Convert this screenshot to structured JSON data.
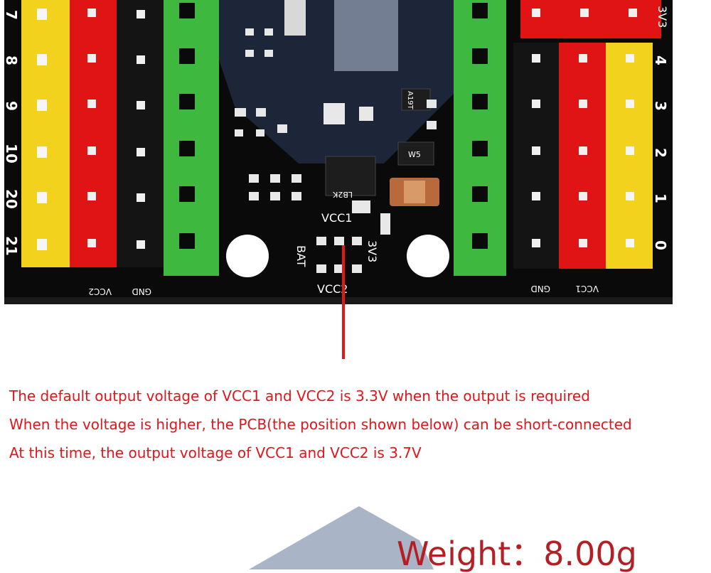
{
  "captions": {
    "line1": "The default output voltage of VCC1 and VCC2 is 3.3V when the output is required",
    "line2": "When the voltage is higher, the PCB(the position shown below) can be short-connected",
    "line3": "At this time, the output voltage of VCC1 and VCC2 is 3.7V"
  },
  "board": {
    "left_pins": [
      "7",
      "8",
      "9",
      "10",
      "20",
      "21"
    ],
    "right_pins": [
      "4",
      "3",
      "2",
      "1",
      "0"
    ],
    "top_right_label": "3V3",
    "bottom_left_labels": {
      "vcc2": "VCC2",
      "gnd": "GND"
    },
    "bottom_right_labels": {
      "gnd": "GND",
      "vcc1": "VCC1"
    },
    "center_labels": {
      "vcc1": "VCC1",
      "bat": "BAT",
      "v3v3": "3V3",
      "vcc2": "VCC2"
    },
    "chip_markings": {
      "a19t": "A19T",
      "w5": "W5",
      "lb2k": "LB2K"
    }
  },
  "weight": {
    "label": "Weight：8.00g"
  },
  "colors": {
    "caption": "#e0161b",
    "pcb": "#0a0a0a",
    "header_yellow": "#f2d21c",
    "header_red": "#e01414",
    "header_black": "#141414",
    "header_green": "#3fb83f",
    "pointer": "#e0161b"
  }
}
